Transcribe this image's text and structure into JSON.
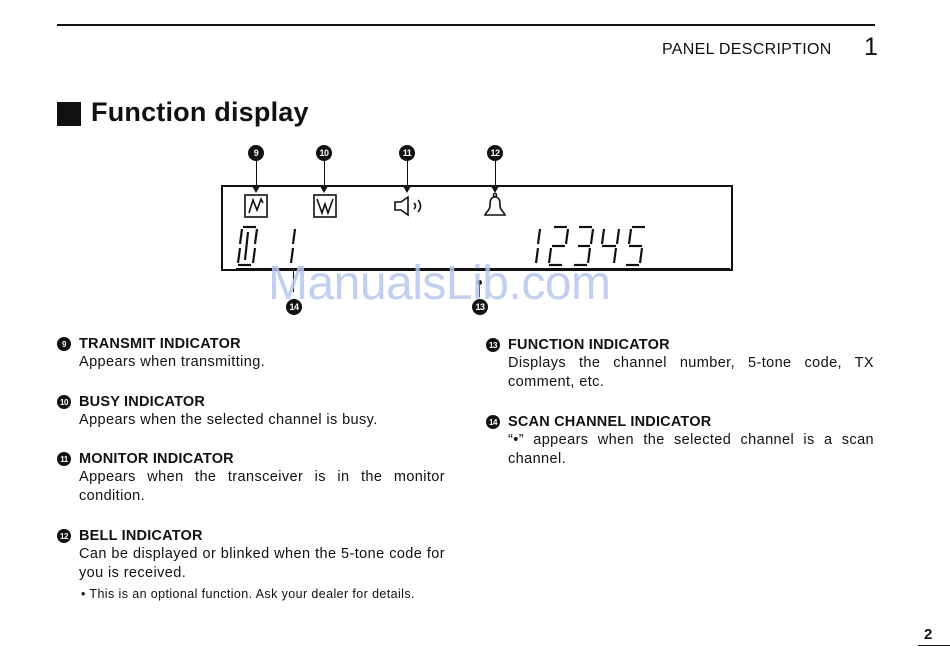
{
  "header": {
    "title": "PANEL DESCRIPTION",
    "chapter": "1"
  },
  "section": {
    "title": "Function display"
  },
  "diagram": {
    "callouts_top": [
      "9",
      "10",
      "11",
      "12"
    ],
    "callouts_bottom": [
      "14",
      "13"
    ],
    "channel_digits": "01",
    "function_digits": "12345",
    "icons": [
      "transmit-icon",
      "busy-icon",
      "monitor-speaker-icon",
      "bell-icon"
    ]
  },
  "watermark": "ManualsLib.com",
  "items_left": [
    {
      "num": "9",
      "title": "TRANSMIT INDICATOR",
      "body": "Appears when transmitting."
    },
    {
      "num": "10",
      "title": "BUSY INDICATOR",
      "body": "Appears when the selected channel is busy."
    },
    {
      "num": "11",
      "title": "MONITOR INDICATOR",
      "body": "Appears when the transceiver is in the monitor condition."
    },
    {
      "num": "12",
      "title": "BELL INDICATOR",
      "body": "Can be displayed or blinked when the 5-tone code for you is received.",
      "note": "• This is an optional function. Ask your dealer for details."
    }
  ],
  "items_right": [
    {
      "num": "13",
      "title": "FUNCTION INDICATOR",
      "body": "Displays the channel number, 5-tone code, TX comment, etc."
    },
    {
      "num": "14",
      "title": "SCAN CHANNEL INDICATOR",
      "body": "“•” appears when the selected channel is a scan channel."
    }
  ],
  "footer": {
    "page": "2"
  }
}
